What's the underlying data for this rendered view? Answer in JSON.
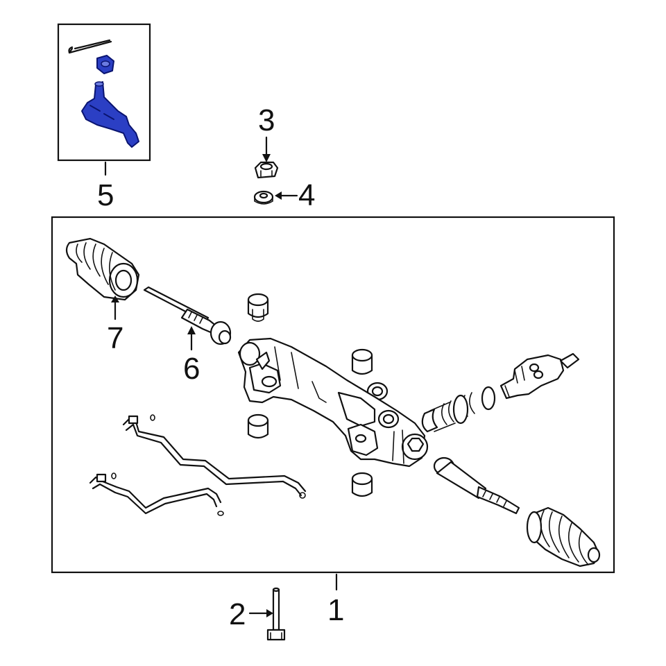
{
  "callouts": {
    "c1": "1",
    "c2": "2",
    "c3": "3",
    "c4": "4",
    "c5": "5",
    "c6": "6",
    "c7": "7"
  },
  "colors": {
    "highlight": "#2b3fc4",
    "line": "#111111",
    "background": "#ffffff"
  }
}
